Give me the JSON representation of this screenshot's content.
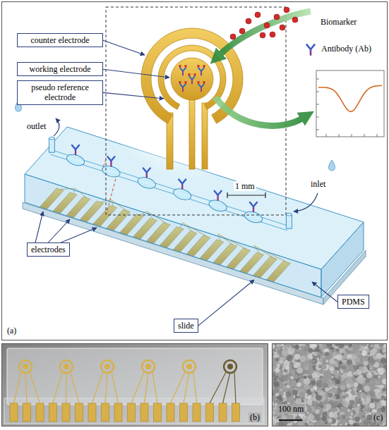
{
  "diagram": {
    "nodes": [
      {
        "text": [
          "counter electrode"
        ]
      },
      {
        "text": [
          "working electrode"
        ]
      },
      {
        "text": [
          "pseudo reference electrode"
        ]
      },
      {
        "text": [
          "electrodes"
        ]
      },
      {
        "text": [
          "PDMS"
        ]
      },
      {
        "text": [
          "slide"
        ]
      }
    ],
    "labels": [
      "Biomarker",
      "Antibody (Ab)",
      "1 mm",
      "outlet",
      "inlet",
      "(a)",
      "(b)",
      "100 nm",
      "(c)"
    ]
  }
}
